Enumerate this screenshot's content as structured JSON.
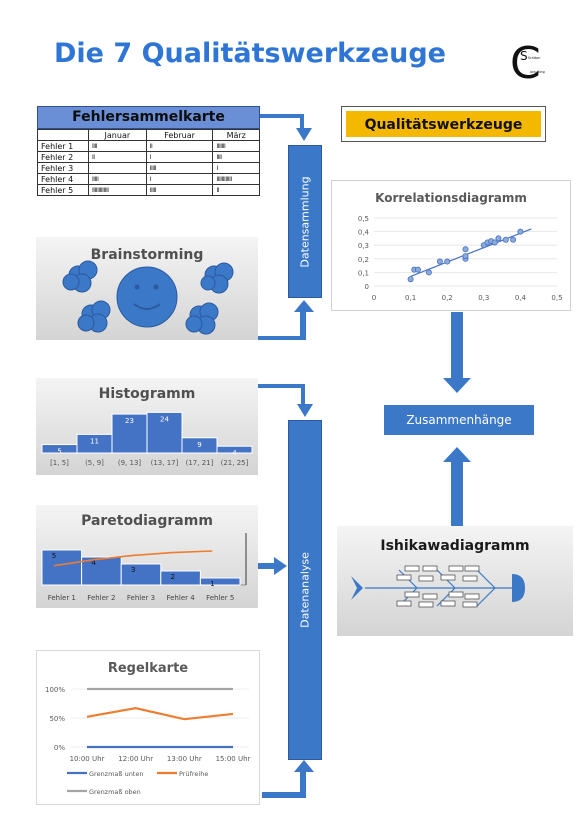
{
  "title": "Die 7 Qualitätswerkzeuge",
  "logo": {
    "letter_big": "C",
    "letter_small": "S",
    "line1": "Schikon",
    "line2": "onsulting"
  },
  "fehlersammelkarte": {
    "title": "Fehlersammelkarte",
    "headers": [
      "",
      "Januar",
      "Februar",
      "März"
    ],
    "rows": [
      [
        "Fehler 1",
        "IIII",
        "II",
        "IIIIIII"
      ],
      [
        "Fehler 2",
        "II",
        "I",
        "IIII"
      ],
      [
        "Fehler 3",
        "",
        "IIIII",
        "I"
      ],
      [
        "Fehler 4",
        "IIIII",
        "I",
        "IIIIIIIIIIII"
      ],
      [
        "Fehler 5",
        "IIIIIIIIIIIII",
        "IIIII",
        "II"
      ]
    ]
  },
  "brainstorming": {
    "title": "Brainstorming"
  },
  "datensammlung": "Datensammlung",
  "qualitaetswerkzeuge": "Qualitätswerkzeuge",
  "korrelation": {
    "title": "Korrelationsdiagramm",
    "chart_data": {
      "type": "scatter",
      "title": "Korrelationsdiagramm",
      "x_ticks": [
        "0",
        "0,1",
        "0,2",
        "0,3",
        "0,4",
        "0,5"
      ],
      "y_ticks": [
        "0",
        "0,1",
        "0,2",
        "0,3",
        "0,4",
        "0,5"
      ],
      "xlim": [
        0,
        0.5
      ],
      "ylim": [
        0,
        0.5
      ],
      "points": [
        [
          0.1,
          0.05
        ],
        [
          0.11,
          0.12
        ],
        [
          0.12,
          0.12
        ],
        [
          0.15,
          0.1
        ],
        [
          0.18,
          0.18
        ],
        [
          0.2,
          0.18
        ],
        [
          0.25,
          0.2
        ],
        [
          0.25,
          0.22
        ],
        [
          0.25,
          0.27
        ],
        [
          0.3,
          0.3
        ],
        [
          0.31,
          0.32
        ],
        [
          0.32,
          0.33
        ],
        [
          0.33,
          0.32
        ],
        [
          0.34,
          0.35
        ],
        [
          0.36,
          0.34
        ],
        [
          0.38,
          0.34
        ],
        [
          0.4,
          0.4
        ]
      ],
      "trendline": [
        [
          0.1,
          0.07
        ],
        [
          0.43,
          0.42
        ]
      ],
      "grid": true
    }
  },
  "histogramm": {
    "title": "Histogramm",
    "chart_data": {
      "type": "bar",
      "title": "Histogramm",
      "categories": [
        "[1, 5]",
        "(5, 9]",
        "(9, 13]",
        "(13, 17]",
        "(17, 21]",
        "(21, 25]"
      ],
      "values": [
        5,
        11,
        23,
        24,
        9,
        4
      ],
      "ylim": [
        0,
        26
      ]
    }
  },
  "pareto": {
    "title": "Paretodiagramm",
    "chart_data": {
      "type": "bar",
      "title": "Paretodiagramm",
      "categories": [
        "Fehler 1",
        "Fehler 2",
        "Fehler 3",
        "Fehler 4",
        "Fehler 5"
      ],
      "values": [
        5,
        4,
        3,
        2,
        1
      ],
      "cumulative_line": [
        0.33,
        0.6,
        0.8,
        0.93,
        1.0
      ],
      "ylim": [
        0,
        6
      ]
    }
  },
  "datenanalyse": "Datenanalyse",
  "zusammenhaenge": "Zusammenhänge",
  "ishikawa": {
    "title": "Ishikawadiagramm"
  },
  "regelkarte": {
    "title": "Regelkarte",
    "chart_data": {
      "type": "line",
      "title": "Regelkarte",
      "categories": [
        "10:00 Uhr",
        "12:00 Uhr",
        "13:00 Uhr",
        "15:00 Uhr"
      ],
      "y_ticks": [
        "0%",
        "50%",
        "100%"
      ],
      "ylim": [
        0,
        1
      ],
      "series": [
        {
          "name": "Grenzmaß unten",
          "color": "#4472c4",
          "values": [
            0,
            0,
            0,
            0
          ]
        },
        {
          "name": "Prüfreihe",
          "color": "#ed7d31",
          "values": [
            0.52,
            0.67,
            0.48,
            0.57
          ]
        },
        {
          "name": "Grenzmaß oben",
          "color": "#a5a5a5",
          "values": [
            1,
            1,
            1,
            1
          ]
        }
      ]
    }
  }
}
